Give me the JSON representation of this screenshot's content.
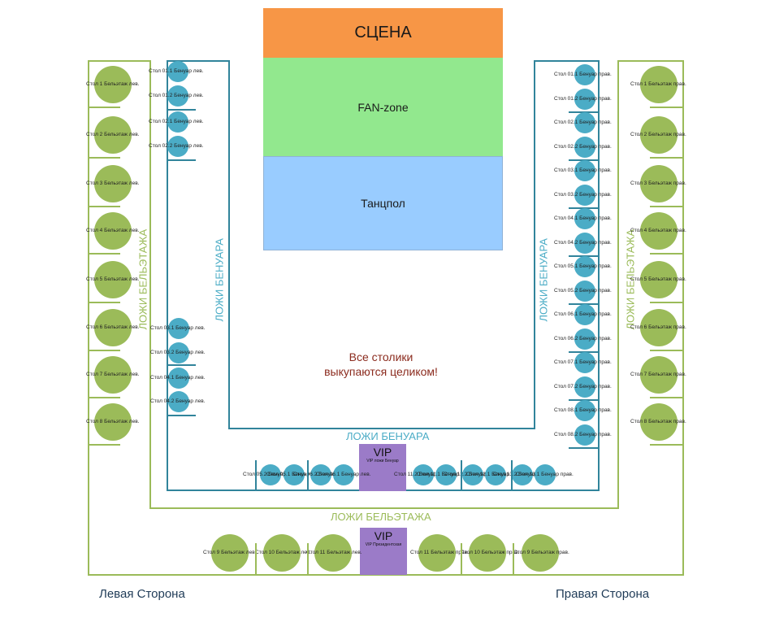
{
  "zones": {
    "stage": "СЦЕНА",
    "fan": "FAN-zone",
    "dance": "Танцпол"
  },
  "labels": {
    "benuar_boxes": "ЛОЖИ БЕНУАРА",
    "beletage_boxes": "ЛОЖИ БЕЛЬЭТАЖА",
    "notice_line1": "Все столики",
    "notice_line2": "выкупаются целиком!",
    "left_side": "Левая Сторона",
    "right_side": "Правая Сторона"
  },
  "vip": {
    "benuar_title": "VIP",
    "benuar_sub": "VIP ложи Бенуар",
    "pres_title": "VIP",
    "pres_sub": "VIP Президентская"
  },
  "colors": {
    "stage": "#f79646",
    "fan": "#92e88e",
    "dance": "#99ccff",
    "beletage": "#9bbb59",
    "benuar": "#4bacc6",
    "vip": "#9b7bc8"
  },
  "tables": {
    "left_beletage": [
      "Стол 1 Бельэтаж лев.",
      "Стол 2 Бельэтаж лев.",
      "Стол 3 Бельэтаж лев.",
      "Стол 4 Бельэтаж лев.",
      "Стол 5 Бельэтаж лев.",
      "Стол 6 Бельэтаж лев.",
      "Стол 7 Бельэтаж лев.",
      "Стол 8 Бельэтаж лев."
    ],
    "right_beletage": [
      "Стол 1 Бельэтаж прав.",
      "Стол 2 Бельэтаж прав.",
      "Стол 3 Бельэтаж прав.",
      "Стол 4 Бельэтаж прав.",
      "Стол 5 Бельэтаж прав.",
      "Стол 6 Бельэтаж прав.",
      "Стол 7 Бельэтаж прав.",
      "Стол 8 Бельэтаж прав."
    ],
    "left_benuar_top": [
      "Стол 01.1 Бенуар лев.",
      "Стол 01.2 Бенуар лев.",
      "Стол 02.1 Бенуар лев.",
      "Стол 02.2 Бенуар лев."
    ],
    "left_benuar_bottom": [
      "Стол 03.1 Бенуар лев.",
      "Стол 03.2 Бенуар лев.",
      "Стол 04.1 Бенуар лев.",
      "Стол 04.2 Бенуар лев."
    ],
    "right_benuar": [
      "Стол 01.1 Бенуар прав.",
      "Стол 01.2 Бенуар прав.",
      "Стол 02.1 Бенуар прав.",
      "Стол 02.2 Бенуар прав.",
      "Стол 03.1 Бенуар прав.",
      "Стол 03.2 Бенуар прав.",
      "Стол 04.1 Бенуар прав.",
      "Стол 04.2 Бенуар прав.",
      "Стол 05.1 Бенуар прав.",
      "Стол 05.2 Бенуар прав.",
      "Стол 06.1 Бенуар прав.",
      "Стол 06.2 Бенуар прав.",
      "Стол 07.1 Бенуар прав.",
      "Стол 07.2 Бенуар прав.",
      "Стол 08.1 Бенуар прав.",
      "Стол 08.2 Бенуар прав."
    ],
    "bottom_benuar_left": [
      "Стол 05.2 Бенуар лев.",
      "Стол 05.1 Бенуар лев.",
      "Стол 06.2 Бенуар лев.",
      "Стол 06.1 Бенуар лев."
    ],
    "bottom_benuar_right": [
      "Стол 11.2 Бенуар прав.",
      "Стол 11.1 Бенуар прав.",
      "Стол 12.2 Бенуар прав.",
      "Стол 12.1 Бенуар прав.",
      "Стол 13.2 Бенуар прав.",
      "Стол 13.1 Бенуар прав."
    ],
    "bottom_beletage": [
      "Стол 9 Бельэтаж лев.",
      "Стол 10 Бельэтаж лев.",
      "Стол 11 Бельэтаж лев.",
      "Стол 11 Бельэтаж прав.",
      "Стол 10 Бельэтаж прав.",
      "Стол 9 Бельэтаж прав."
    ]
  }
}
